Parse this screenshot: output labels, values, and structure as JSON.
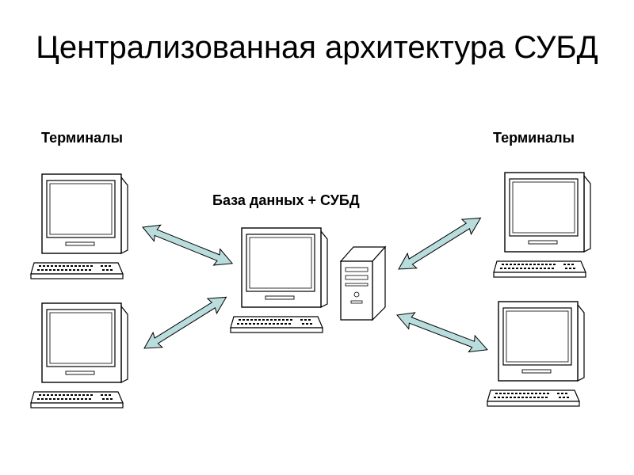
{
  "title": "Централизованная архитектура СУБД",
  "labels": {
    "terminals_left": "Терминалы",
    "terminals_right": "Терминалы",
    "database": "База данных + СУБД"
  },
  "colors": {
    "arrow_fill": "#b9dcdc",
    "outline": "#000000"
  },
  "icons": [
    "terminal-icon",
    "server-tower-icon",
    "double-arrow-icon"
  ]
}
